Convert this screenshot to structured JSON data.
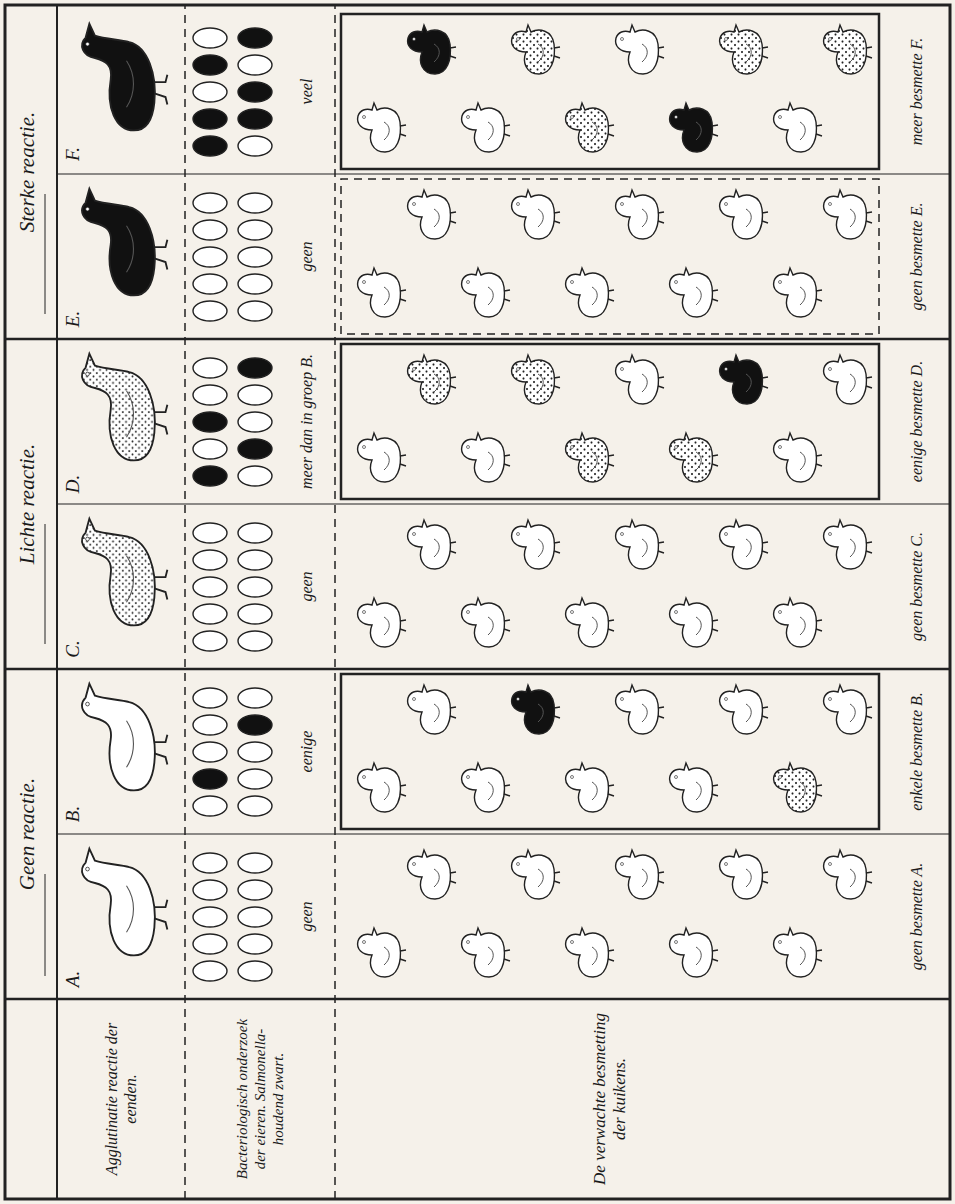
{
  "diagram": {
    "labels": [
      "Geen reactie.",
      "Lichte reactie.",
      "Sterke reactie.",
      "Agglutinatie reactie der eenden.",
      "A.",
      "B.",
      "C.",
      "D.",
      "E.",
      "F.",
      "Bacteriologisch onderzoek der eieren. Salmonella-houdend zwart.",
      "geen",
      "eenige",
      "geen",
      "meer dan in groep B.",
      "geen",
      "veel",
      "De verwachte besmetting der kuikens.",
      "geen besmette A.",
      "enkele besmette B.",
      "geen besmette C.",
      "eenige besmette D.",
      "geen besmette E.",
      "meer besmette F."
    ]
  }
}
